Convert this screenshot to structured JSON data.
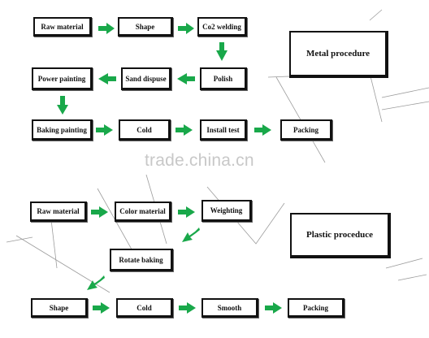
{
  "metal": {
    "title": "Metal procedure",
    "steps": {
      "raw_material": "Raw material",
      "shape": "Shape",
      "co2_welding": "Co2 welding",
      "polish": "Polish",
      "sand_dispuse": "Sand dispuse",
      "power_painting": "Power painting",
      "baking_painting": "Baking painting",
      "cold": "Cold",
      "install_test": "Install test",
      "packing": "Packing"
    }
  },
  "plastic": {
    "title": "Plastic proceduce",
    "steps": {
      "raw_material": "Raw material",
      "color_material": "Color material",
      "weighting": "Weighting",
      "rotate_baking": "Rotate baking",
      "shape": "Shape",
      "cold": "Cold",
      "smooth": "Smooth",
      "packing": "Packing"
    }
  },
  "watermark": "trade.china.cn",
  "colors": {
    "arrow": "#19a84a",
    "box_border": "#111111"
  }
}
